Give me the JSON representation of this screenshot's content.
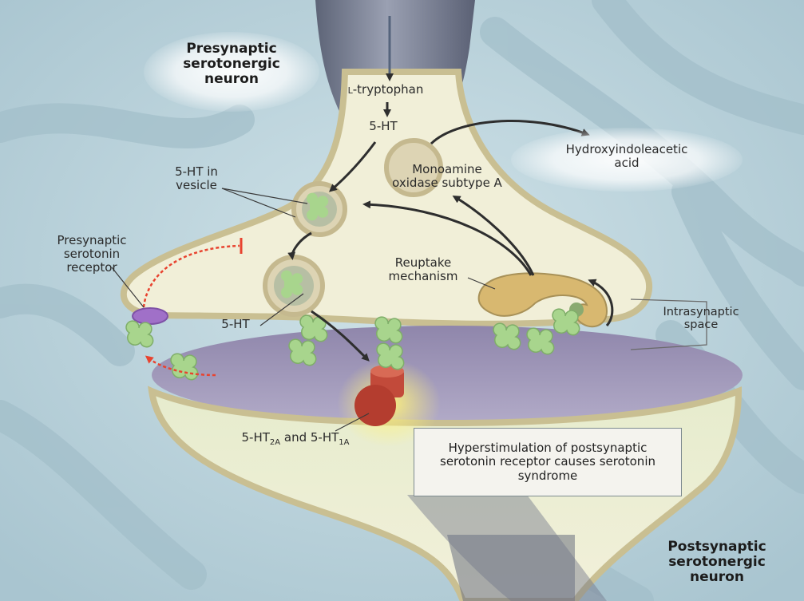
{
  "labels": {
    "presynaptic_neuron": [
      "Presynaptic",
      "serotonergic",
      "neuron"
    ],
    "postsynaptic_neuron": [
      "Postsynaptic",
      "serotonergic",
      "neuron"
    ],
    "l_tryptophan_prefix": "L",
    "l_tryptophan_rest": "-tryptophan",
    "five_ht_top": "5-HT",
    "ht_in_vesicle": [
      "5-HT in",
      "vesicle"
    ],
    "mao": [
      "Monoamine",
      "oxidase subtype A"
    ],
    "hiaa": [
      "Hydroxyindoleacetic",
      "acid"
    ],
    "presynaptic_receptor": [
      "Presynaptic",
      "serotonin",
      "receptor"
    ],
    "reuptake": [
      "Reuptake",
      "mechanism"
    ],
    "five_ht_mid": "5-HT",
    "intrasynaptic": [
      "Intrasynaptic",
      "space"
    ],
    "receptor_label": {
      "a": "5-HT",
      "a_sub": "2A",
      "and": " and 5-HT",
      "b_sub": "1A"
    },
    "syndrome": "Hyperstimulation of postsynaptic serotonin receptor causes serotonin syndrome"
  },
  "colors": {
    "background": "#b9d3dc",
    "neuron_fill": "#f1efd8",
    "membrane": "#c9bf92",
    "serotonin": "#a8d58d",
    "receptor_red": "#c24a3a",
    "presynaptic_receptor_purple": "#a070c8",
    "reuptake_gold": "#d8b870",
    "inhibition_red": "#e8432f"
  }
}
